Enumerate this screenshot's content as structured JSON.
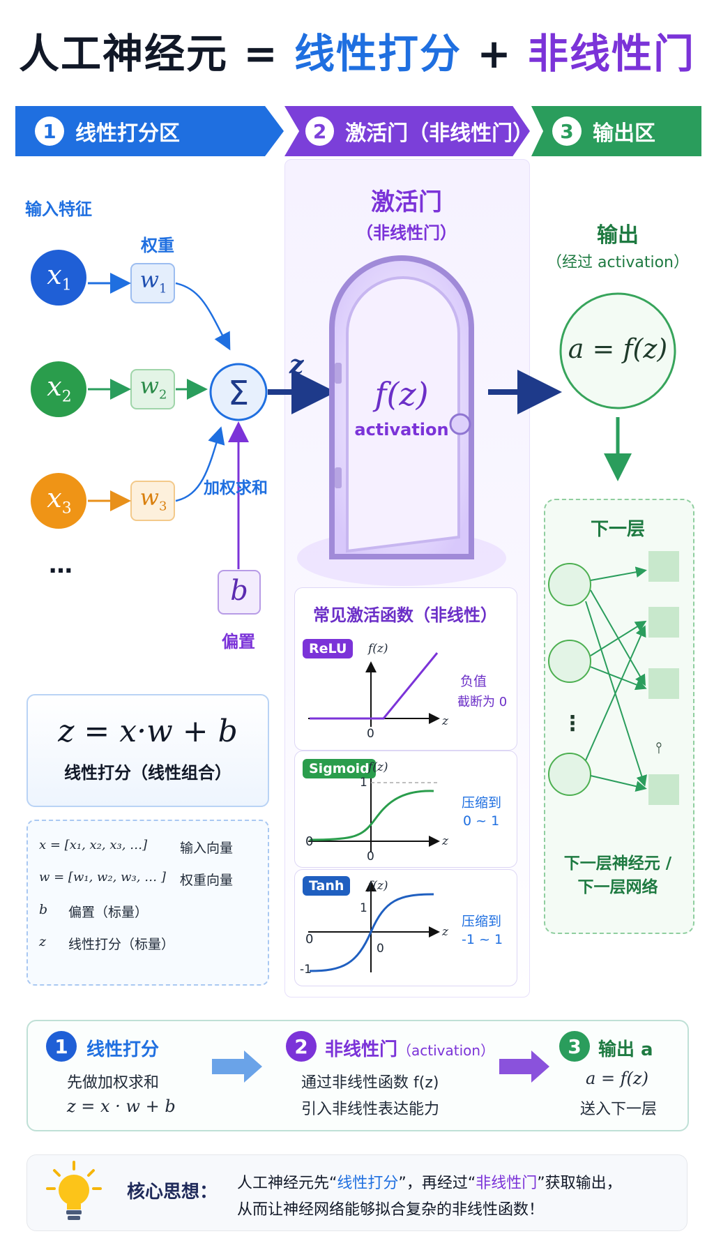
{
  "title": {
    "part1": "人工神经元 = ",
    "part2": "线性打分",
    "part3": " + ",
    "part4": "非线性门"
  },
  "banners": [
    {
      "num": "1",
      "label": "线性打分区"
    },
    {
      "num": "2",
      "label": "激活门（非线性门）"
    },
    {
      "num": "3",
      "label": "输出区"
    }
  ],
  "inputs": {
    "header": "输入特征",
    "weights_header": "权重",
    "x": [
      "x",
      "x",
      "x"
    ],
    "x_sub": [
      "1",
      "2",
      "3"
    ],
    "w": [
      "w",
      "w",
      "w"
    ],
    "w_sub": [
      "1",
      "2",
      "3"
    ],
    "ellipsis": "…",
    "sum_symbol": "Σ",
    "sum_label": "加权求和",
    "bias": "b",
    "bias_label": "偏置",
    "z_label": "z"
  },
  "gate": {
    "title": "激活门",
    "subtitle": "（非线性门）",
    "fx": "f(z)",
    "activation": "activation"
  },
  "functions": {
    "header": "常见激活函数（非线性）",
    "relu": {
      "tag": "ReLU",
      "axis_y": "f(z)",
      "axis_x": "z",
      "zero": "0",
      "note1": "负值",
      "note2": "截断为 0"
    },
    "sigmoid": {
      "tag": "Sigmoid",
      "axis_y": "f(z)",
      "axis_x": "z",
      "one": "1",
      "zero_left": "0",
      "zero": "0",
      "note1": "压缩到",
      "note2": "0 ~ 1"
    },
    "tanh": {
      "tag": "Tanh",
      "axis_y": "f(z)",
      "axis_x": "z",
      "one": "1",
      "zero_left": "0",
      "neg_one": "-1",
      "zero": "0",
      "note1": "压缩到",
      "note2": "-1 ~ 1"
    }
  },
  "output": {
    "title": "输出",
    "subtitle": "（经过 activation）",
    "formula": "a = f(z)",
    "next_title": "下一层",
    "dots": "⋮",
    "next_dots2": "⫯",
    "next_line1": "下一层神经元 /",
    "next_line2": "下一层网络"
  },
  "formula": {
    "expr": "z = x·w + b",
    "label": "线性打分（线性组合）"
  },
  "definitions": [
    {
      "sym": "x = [x₁, x₂, x₃, …]",
      "desc": "输入向量"
    },
    {
      "sym": "w = [w₁, w₂, w₃, … ]",
      "desc": "权重向量"
    },
    {
      "sym": "b",
      "desc": "偏置（标量）"
    },
    {
      "sym": "z",
      "desc": "线性打分（标量）"
    }
  ],
  "summary": {
    "s1": {
      "num": "1",
      "title": "线性打分",
      "line1": "先做加权求和",
      "line2": "z = x · w + b"
    },
    "s2": {
      "num": "2",
      "title": "非线性门",
      "title_suffix": "（activation）",
      "line1": "通过非线性函数 f(z)",
      "line2": "引入非线性表达能力"
    },
    "s3": {
      "num": "3",
      "title": "输出 a",
      "line1": "a = f(z)",
      "line2": "送入下一层"
    }
  },
  "core": {
    "label": "核心思想：",
    "l1a": "人工神经元先“",
    "l1b": "线性打分",
    "l1c": "”，再经过“",
    "l1d": "非线性门",
    "l1e": "”获取输出，",
    "line2": "从而让神经网络能够拟合复杂的非线性函数！"
  },
  "colors": {
    "blue": "#1f6fe0",
    "purple": "#7b33d8",
    "green": "#2a9d5c",
    "orange": "#f09a1a"
  }
}
